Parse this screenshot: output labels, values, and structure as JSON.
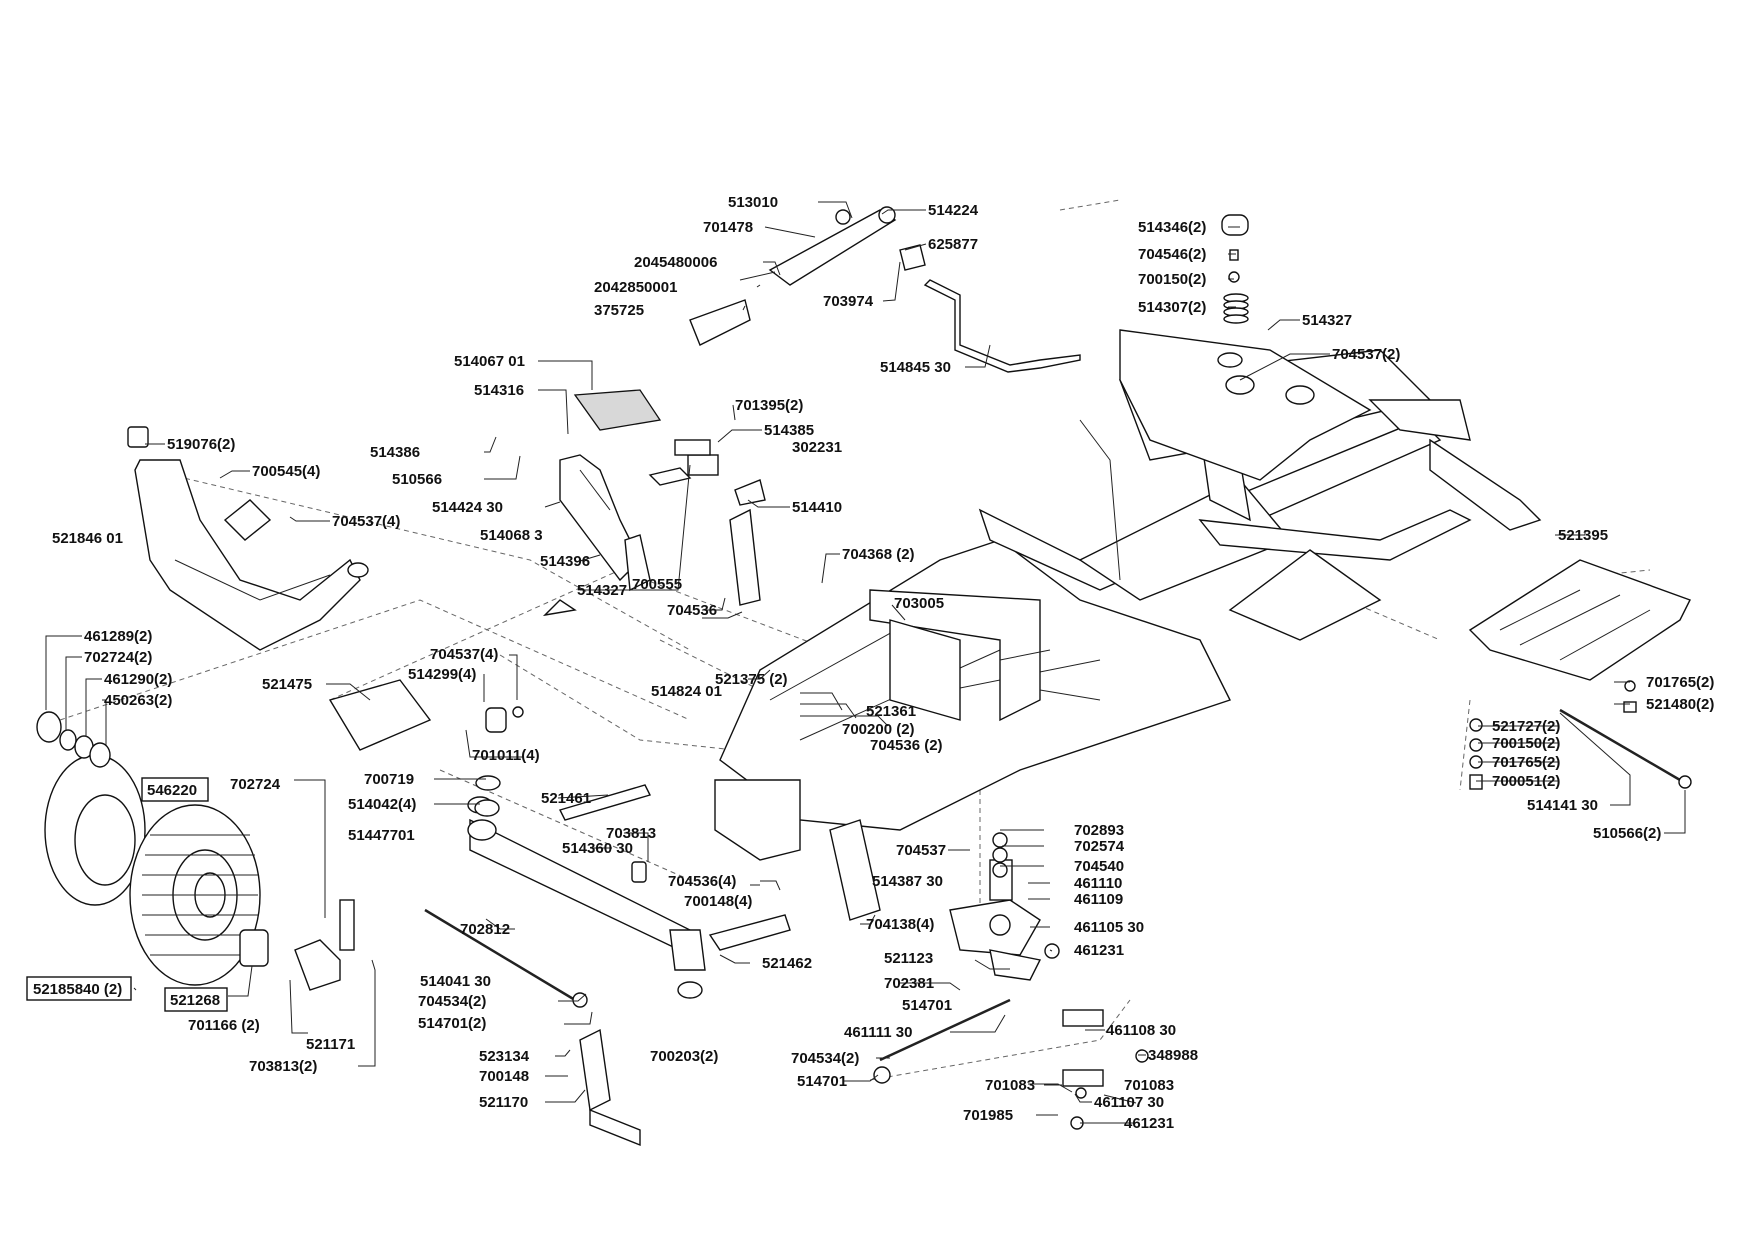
{
  "labels": {
    "l513010": "513010",
    "l514224": "514224",
    "l701478": "701478",
    "l625877": "625877",
    "l2045480006": "2045480006",
    "l2042850001": "2042850001",
    "l703974": "703974",
    "l375725": "375725",
    "l514845_30": "514845 30",
    "l514346_2": "514346(2)",
    "l704546_2": "704546(2)",
    "l700150_2a": "700150(2)",
    "l514307_2": "514307(2)",
    "l514327a": "514327",
    "l704537_2": "704537(2)",
    "l514067_01": "514067 01",
    "l514316": "514316",
    "l701395_2": "701395(2)",
    "l514385": "514385",
    "l302231": "302231",
    "l514386": "514386",
    "l510566": "510566",
    "l514424_30": "514424 30",
    "l514068_3": "514068 3",
    "l514410": "514410",
    "l514396": "514396",
    "l514327b": "514327",
    "l519076_2": "519076(2)",
    "l700545_4": "700545(4)",
    "l704537_4a": "704537(4)",
    "l521846_01": "521846 01",
    "l704368_2": "704368 (2)",
    "l700555": "700555",
    "l704536": "704536",
    "l703005": "703005",
    "l521395": "521395",
    "l461289_2": "461289(2)",
    "l702724_2": "702724(2)",
    "l461290_2": "461290(2)",
    "l450263_2": "450263(2)",
    "l704537_4b": "704537(4)",
    "l514299_4": "514299(4)",
    "l521475": "521475",
    "l701011_4": "701011(4)",
    "l521375_2": "521375 (2)",
    "l514824_01": "514824 01",
    "l521361": "521361",
    "l700200_2": "700200 (2)",
    "l704536_2": "704536 (2)",
    "l701765_2a": "701765(2)",
    "l521480_2": "521480(2)",
    "l521727_2": "521727(2)",
    "l700150_2b": "700150(2)",
    "l701765_2b": "701765(2)",
    "l700051_2": "700051(2)",
    "l514141_30": "514141 30",
    "l510566_2": "510566(2)",
    "l546220": "546220",
    "l702724": "702724",
    "l700719": "700719",
    "l514042_4": "514042(4)",
    "l51447701": "51447701",
    "l521461": "521461",
    "l703813": "703813",
    "l514360_30": "514360 30",
    "l702893": "702893",
    "l702574": "702574",
    "l704537": "704537",
    "l704540": "704540",
    "l514387_30": "514387 30",
    "l461110": "461110",
    "l461109": "461109",
    "l704536_4": "704536(4)",
    "l700148_4": "700148(4)",
    "l704138_4": "704138(4)",
    "l461105_30": "461105 30",
    "l702812": "702812",
    "l521462": "521462",
    "l521123": "521123",
    "l461231a": "461231",
    "l52185840_2": "52185840 (2)",
    "l521268": "521268",
    "l702381": "702381",
    "l514701a": "514701",
    "l514041_30": "514041 30",
    "l704534_2a": "704534(2)",
    "l514701_2": "514701(2)",
    "l701166_2": "701166 (2)",
    "l521171": "521171",
    "l461111_30": "461111 30",
    "l461108_30": "461108 30",
    "l523134": "523134",
    "l700203_2": "700203(2)",
    "l703813_2": "703813(2)",
    "l700148": "700148",
    "l704534_2b": "704534(2)",
    "l348988": "348988",
    "l514701b": "514701",
    "l701083a": "701083",
    "l701083b": "701083",
    "l521170": "521170",
    "l461107_30": "461107 30",
    "l701985": "701985",
    "l461231b": "461231"
  }
}
